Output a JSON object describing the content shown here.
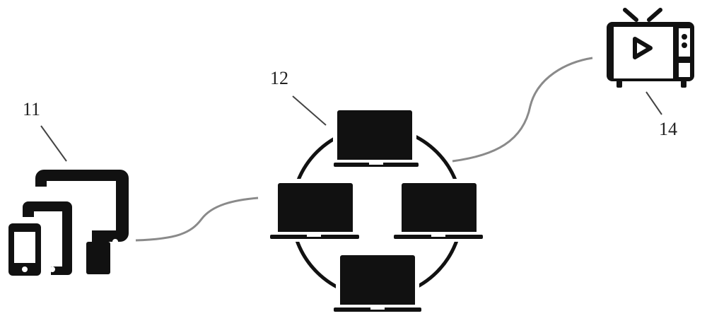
{
  "diagram": {
    "nodes": [
      {
        "id": "11",
        "label": "11",
        "icon": "multi-device-icon",
        "description": "phone, tablet and monitor terminals"
      },
      {
        "id": "12",
        "label": "12",
        "icon": "laptop-ring-network-icon",
        "description": "four laptops connected in a ring"
      },
      {
        "id": "14",
        "label": "14",
        "icon": "tv-play-icon",
        "description": "television with play button"
      }
    ],
    "edges": [
      {
        "from": "11",
        "to": "12",
        "style": "curved gray line"
      },
      {
        "from": "12",
        "to": "14",
        "style": "curved gray line"
      }
    ],
    "colors": {
      "icon": "#111111",
      "connector": "#8a8a8a",
      "leader": "#444444",
      "text": "#222222"
    }
  }
}
